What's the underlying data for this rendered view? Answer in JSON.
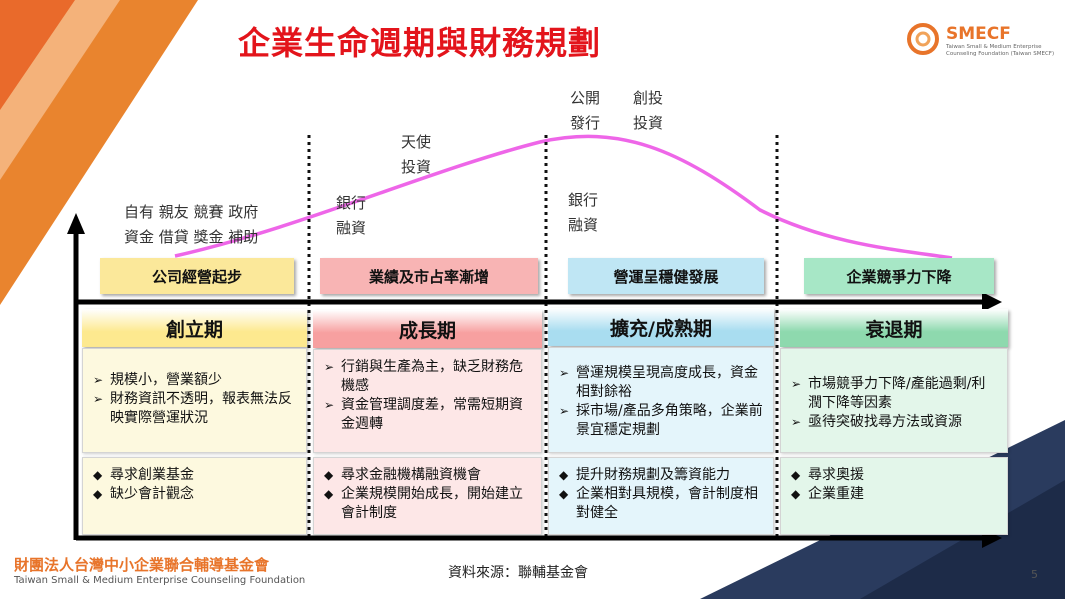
{
  "title": "企業生命週期與財務規劃",
  "logo": {
    "name": "SMECF",
    "subtitle": "Taiwan Small & Medium Enterprise Counseling Foundation (Taiwan SMECF)"
  },
  "footer": {
    "org_name": "財團法人台灣中小企業聯合輔導基金會",
    "org_name_en": "Taiwan Small & Medium Enterprise Counseling Foundation",
    "source": "資料來源：聯輔基金會",
    "page_number": "5"
  },
  "financing": {
    "startup": {
      "line1": "自有 親友 競賽 政府",
      "line2": "資金 借貸 獎金 補助"
    },
    "bank1": {
      "line1": "銀行",
      "line2": "融資"
    },
    "angel": {
      "line1": "天使",
      "line2": "投資"
    },
    "ipo": {
      "line1": "公開",
      "line2": "發行"
    },
    "vc": {
      "line1": "創投",
      "line2": "投資"
    },
    "bank2": {
      "line1": "銀行",
      "line2": "融資"
    }
  },
  "stages": [
    {
      "label": "公司經營起步",
      "color": "#fbe89a"
    },
    {
      "label": "業績及市占率漸增",
      "color": "#f8b4b4"
    },
    {
      "label": "營運呈穩健發展",
      "color": "#bfe6f4"
    },
    {
      "label": "企業競爭力下降",
      "color": "#a7e7c6"
    }
  ],
  "phases": [
    {
      "name": "創立期",
      "color": "#fde98f",
      "panel_color": "#fdf9df",
      "features": [
        "規模小，營業額少",
        "財務資訊不透明，報表無法反映實際營運狀況"
      ],
      "needs": [
        "尋求創業基金",
        "缺少會計觀念"
      ]
    },
    {
      "name": "成長期",
      "color": "#f7a0a0",
      "panel_color": "#fde7e7",
      "features": [
        "行銷與生產為主，缺乏財務危機感",
        "資金管理調度差，常需短期資金週轉"
      ],
      "needs": [
        "尋求金融機構融資機會",
        "企業規模開始成長，開始建立會計制度"
      ]
    },
    {
      "name": "擴充/成熟期",
      "color": "#a9ddf0",
      "panel_color": "#e4f5fb",
      "features": [
        "營運規模呈現高度成長，資金相對餘裕",
        "採市場/產品多角策略，企業前景宜穩定規劃"
      ],
      "needs": [
        "提升財務規劃及籌資能力",
        "企業相對具規模，會計制度相對健全"
      ]
    },
    {
      "name": "衰退期",
      "color": "#8ed9ae",
      "panel_color": "#e3f6ea",
      "features": [
        "市場競爭力下降/產能過剩/利潤下降等因素",
        "亟待突破找尋方法或資源"
      ],
      "needs": [
        "尋求奧援",
        "企業重建"
      ]
    }
  ],
  "colors": {
    "title": "#e3141b",
    "curve": "#ee66e8",
    "accent_orange": "#f08a2a",
    "navy": "#22345a"
  }
}
